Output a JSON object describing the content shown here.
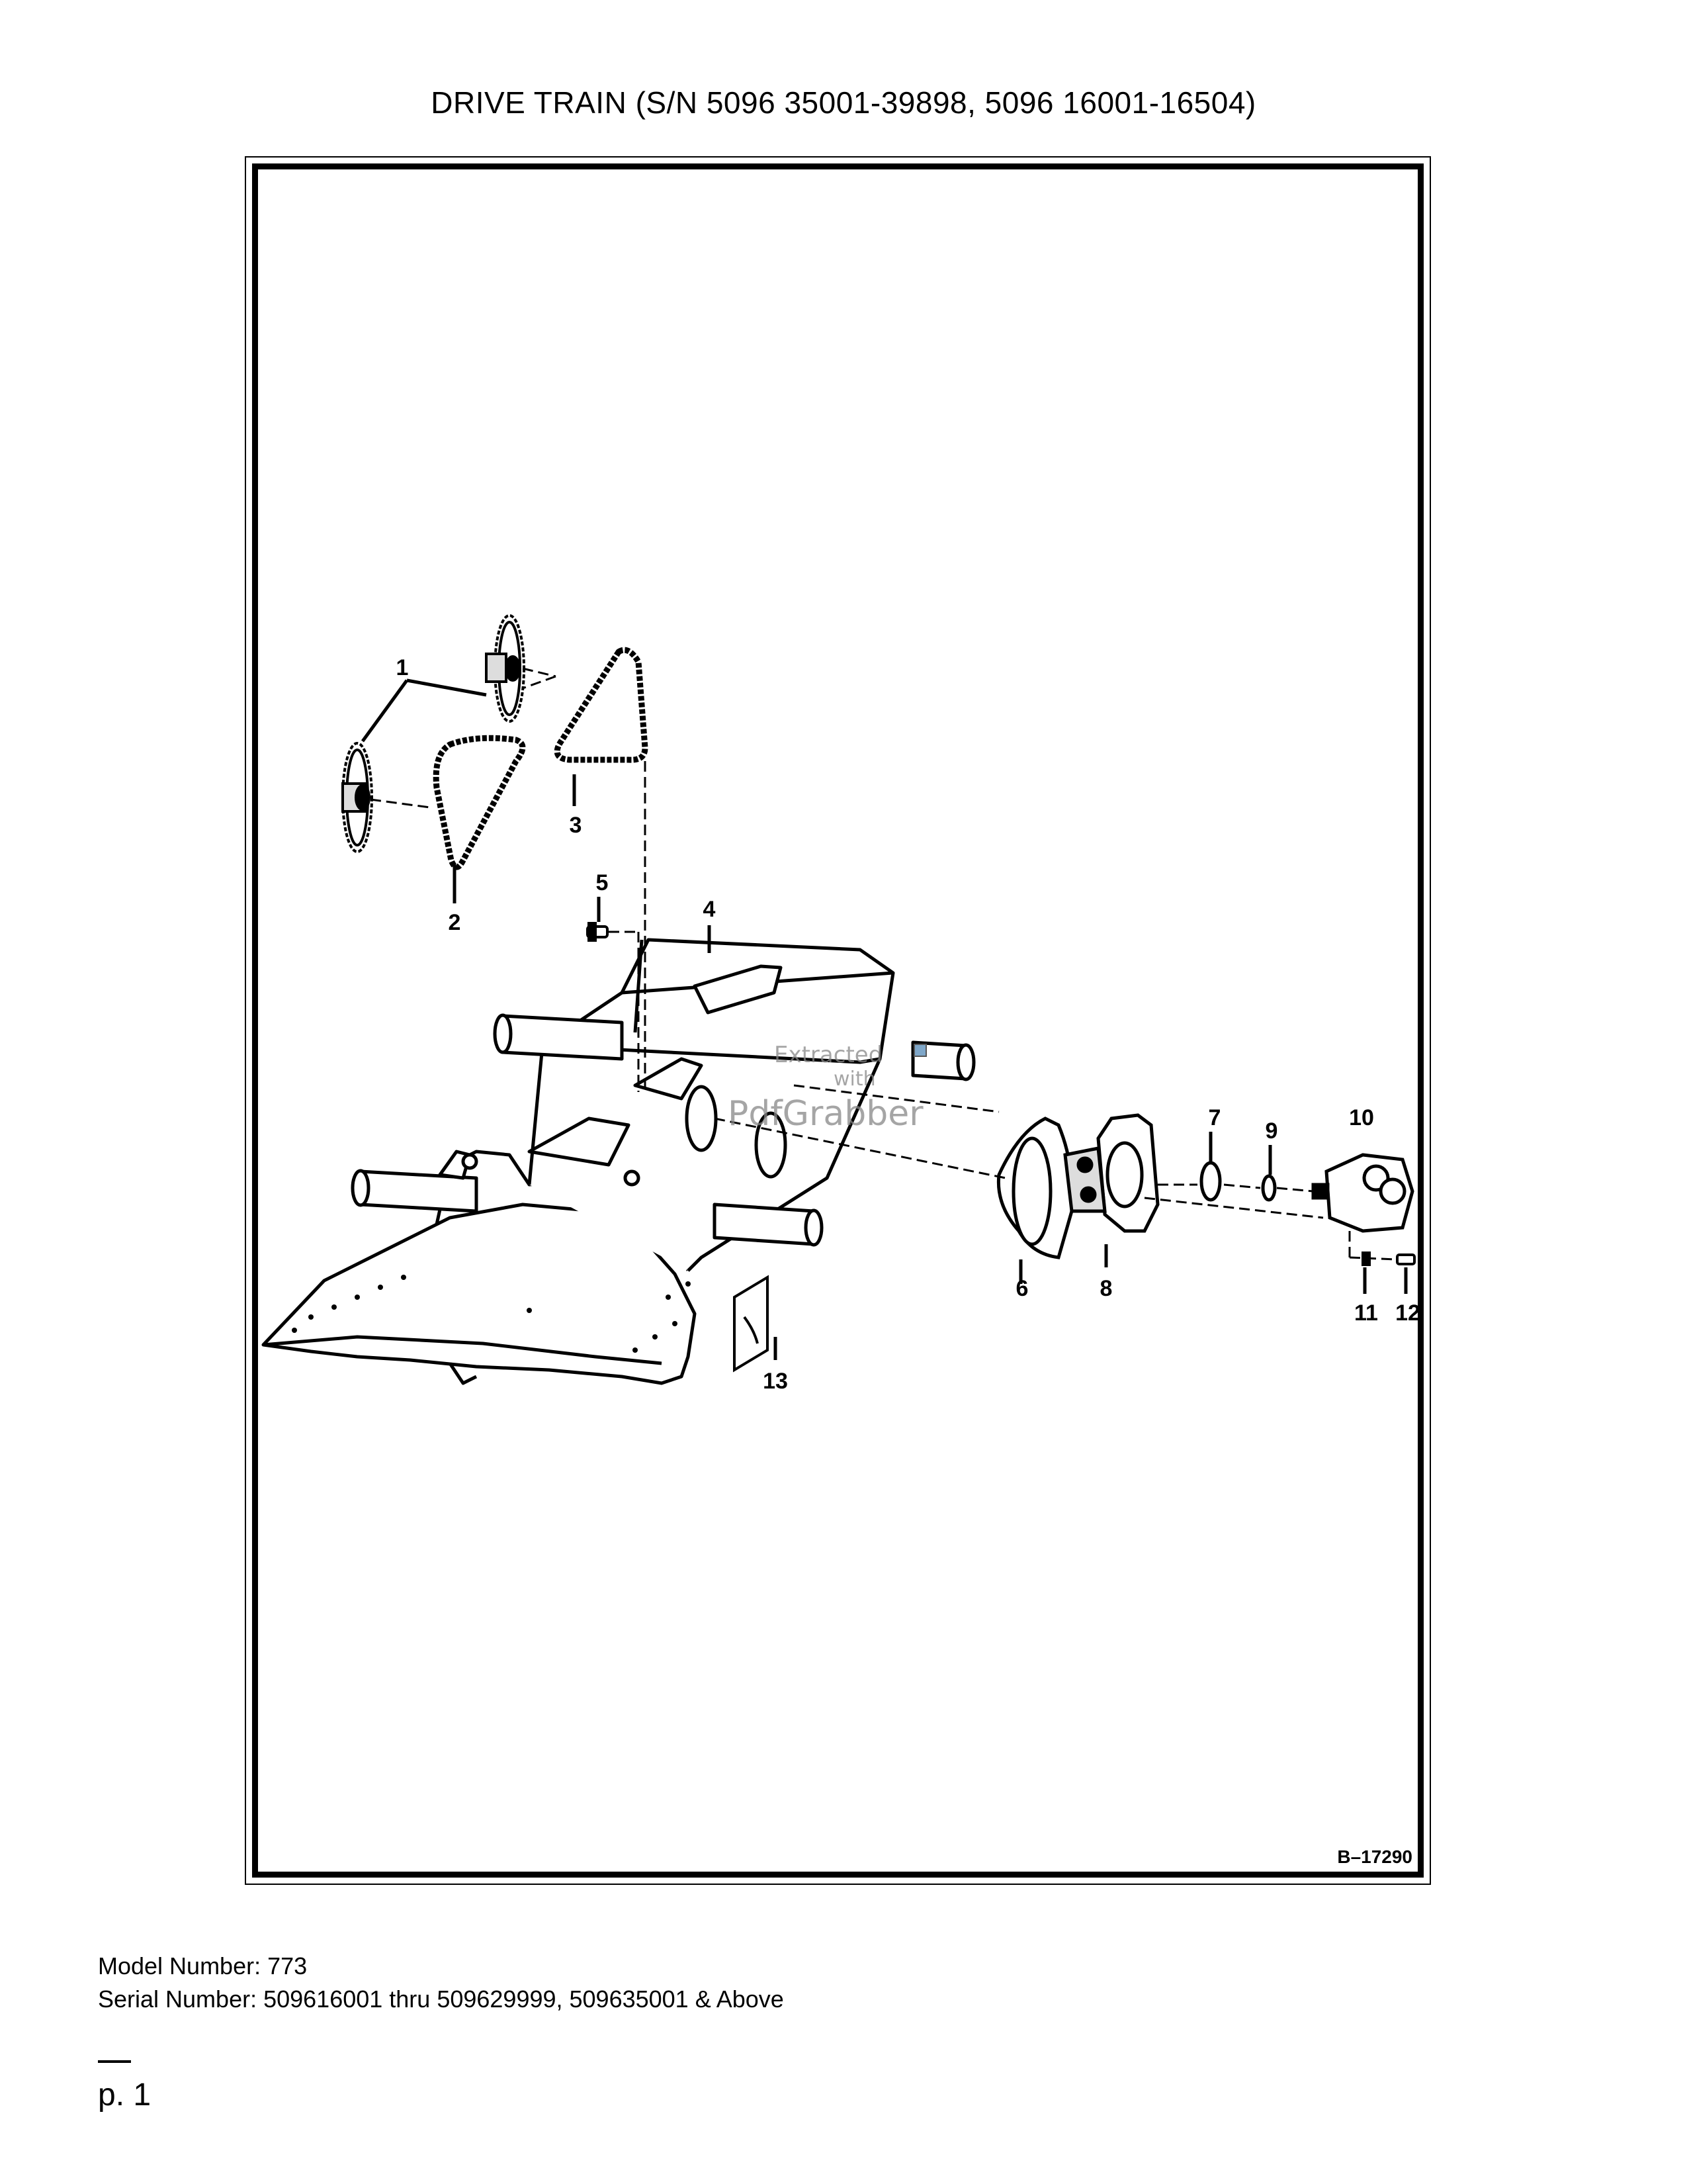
{
  "page": {
    "title": "DRIVE TRAIN (S/N 5096 35001-39898, 5096 16001-16504)",
    "figure_number": "B–17290",
    "watermark": {
      "line1": "Extracted",
      "line2": "with",
      "brand": "PdfGrabber"
    },
    "callouts": [
      "1",
      "2",
      "3",
      "4",
      "5",
      "6",
      "7",
      "8",
      "9",
      "10",
      "11",
      "12",
      "13"
    ],
    "footer": {
      "model_line": "Model Number: 773",
      "serial_line": "Serial Number: 509616001 thru 509629999, 509635001 & Above"
    },
    "page_label": "p. 1"
  }
}
